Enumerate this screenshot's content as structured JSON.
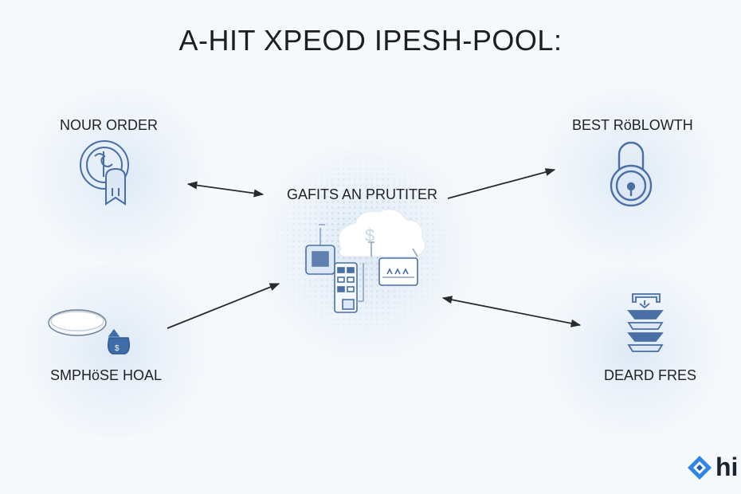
{
  "title": "A-HIT XPEOD IPESH-POOL:",
  "center": {
    "label": "GAFITS AN PRUTITER",
    "icon": "fintech-devices-cloud-icon",
    "currency_symbol": "$"
  },
  "nodes": {
    "top_left": {
      "label": "NOUR ORDER",
      "icon": "hand-dollar-coin-icon"
    },
    "top_right": {
      "label": "BEST RöBLOWTH",
      "icon": "padlock-icon"
    },
    "bottom_left": {
      "label": "SMPHöSE HOAL",
      "icon": "plate-money-bag-icon"
    },
    "bottom_right": {
      "label": "DEARD FRES",
      "icon": "stacked-layers-icon"
    }
  },
  "brand": {
    "text": "hi",
    "icon": "brand-logo-icon"
  },
  "colors": {
    "icon_stroke": "#4a6fa5",
    "icon_fill": "#dce8f5",
    "arrow": "#2a2a2a",
    "brand_blue": "#2f86e8"
  }
}
